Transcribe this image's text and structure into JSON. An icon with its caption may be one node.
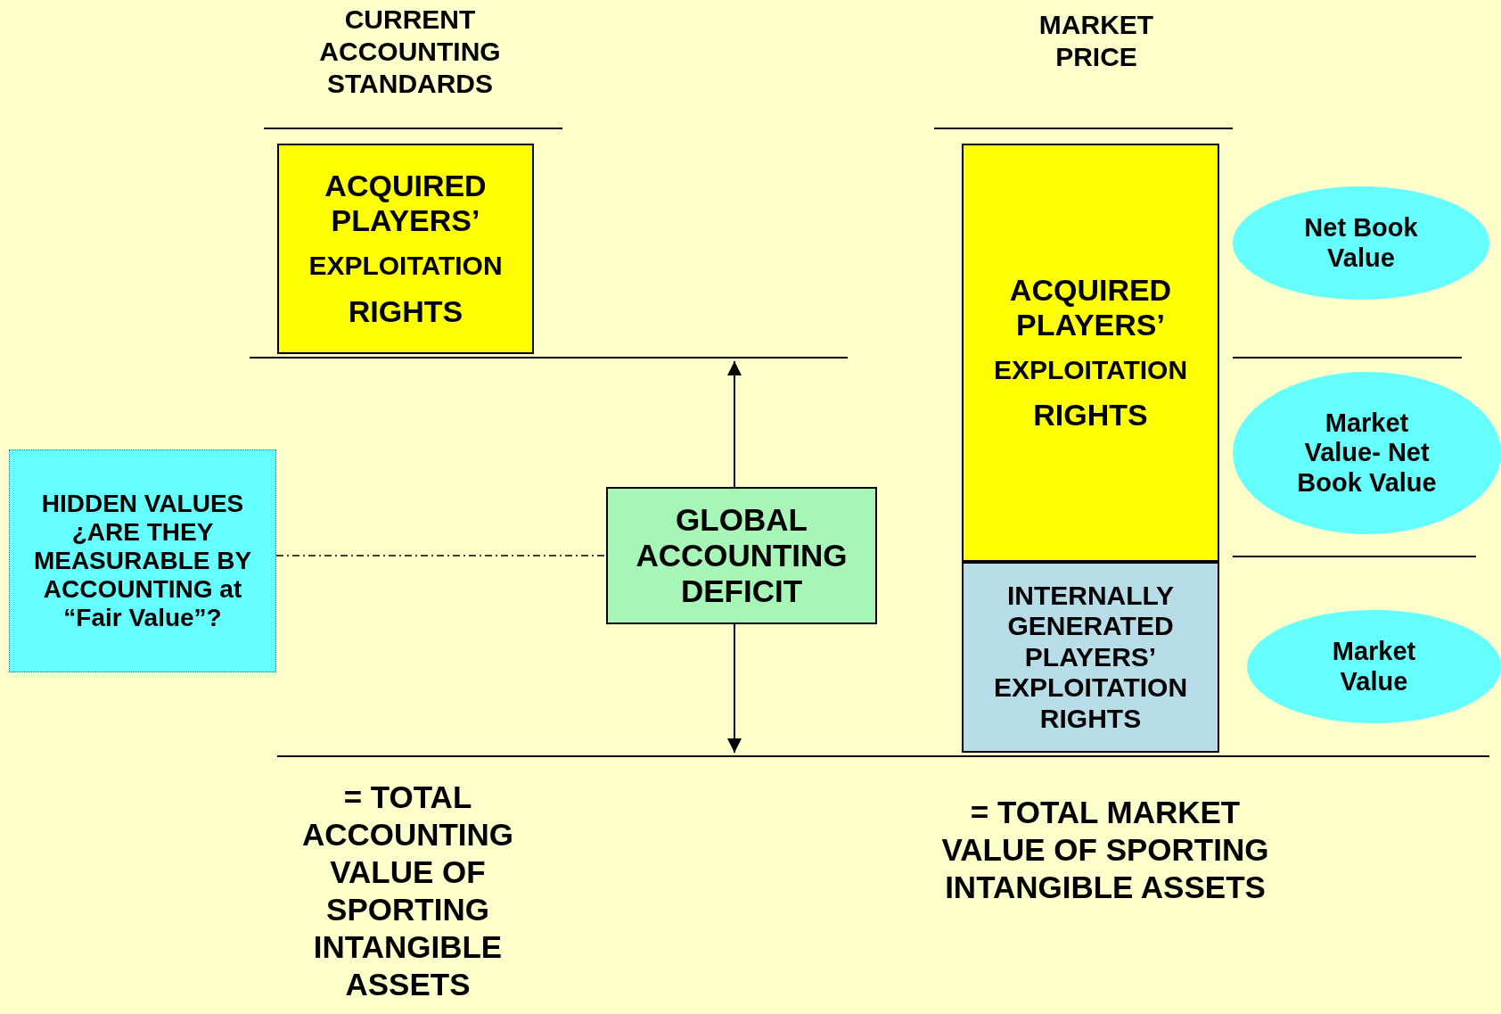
{
  "diagram": {
    "nodes": [
      {
        "text": [
          "ACQUIRED PLAYERS’",
          "EXPLOITATION",
          "RIGHTS"
        ]
      },
      {
        "text": [
          "ACQUIRED PLAYERS’",
          "EXPLOITATION",
          "RIGHTS"
        ]
      },
      {
        "text": [
          "INTERNALLY GENERATED PLAYERS’ EXPLOITATION RIGHTS"
        ]
      },
      {
        "text": [
          "Net Book Value"
        ]
      },
      {
        "text": [
          "Market Value- Net Book Value"
        ]
      },
      {
        "text": [
          "Market Value"
        ]
      },
      {
        "text": [
          "HIDDEN VALUES ¿ARE THEY MEASURABLE BY ACCOUNTING at “Fair Value”?"
        ]
      },
      {
        "text": [
          "GLOBAL ACCOUNTING DEFICIT"
        ]
      }
    ],
    "edges": [
      {
        "from": 6,
        "to": 7,
        "arrow": "none",
        "style": "dashed"
      }
    ],
    "labels": [
      "CURRENT ACCOUNTING STANDARDS",
      "MARKET PRICE",
      "= TOTAL ACCOUNTING VALUE OF SPORTING INTANGIBLE ASSETS",
      "= TOTAL MARKET VALUE OF SPORTING INTANGIBLE ASSETS"
    ]
  }
}
